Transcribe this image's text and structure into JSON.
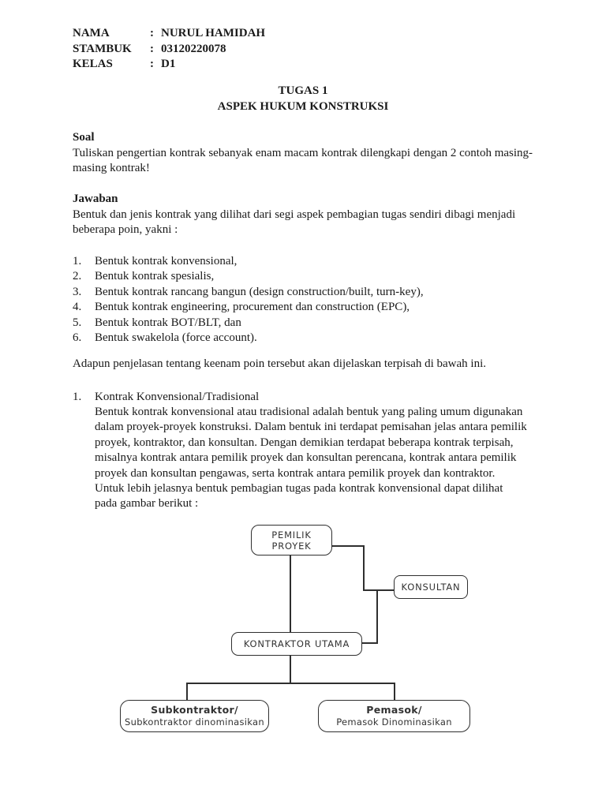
{
  "header": {
    "fields": [
      {
        "label": "NAMA",
        "separator": ":",
        "value": "NURUL HAMIDAH"
      },
      {
        "label": "STAMBUK",
        "separator": ":",
        "value": "03120220078"
      },
      {
        "label": "KELAS",
        "separator": ":",
        "value": "D1"
      }
    ]
  },
  "title": {
    "line1": "TUGAS 1",
    "line2": "ASPEK HUKUM KONSTRUKSI"
  },
  "soal": {
    "heading": "Soal",
    "body": "Tuliskan pengertian kontrak sebanyak enam macam kontrak dilengkapi dengan 2 contoh masing-masing kontrak!"
  },
  "jawaban": {
    "heading": "Jawaban",
    "intro": "Bentuk dan jenis kontrak yang dilihat dari segi aspek pembagian tugas sendiri dibagi menjadi beberapa poin, yakni :"
  },
  "contract_list": {
    "items": [
      {
        "number": "1.",
        "text": "Bentuk kontrak konvensional,"
      },
      {
        "number": "2.",
        "text": "Bentuk kontrak spesialis,"
      },
      {
        "number": "3.",
        "text": "Bentuk kontrak rancang bangun (design construction/built, turn-key),"
      },
      {
        "number": "4.",
        "text": "Bentuk kontrak engineering, procurement dan construction (EPC),"
      },
      {
        "number": "5.",
        "text": "Bentuk kontrak BOT/BLT, dan"
      },
      {
        "number": "6.",
        "text": "Bentuk swakelola (force account)."
      }
    ]
  },
  "note": "Adapun penjelasan tentang keenam poin tersebut akan dijelaskan terpisah di bawah ini.",
  "section1": {
    "number": "1.",
    "heading": "Kontrak Konvensional/Tradisional",
    "body": "Bentuk kontrak konvensional atau tradisional adalah bentuk yang paling umum digunakan dalam proyek-proyek konstruksi. Dalam bentuk ini terdapat pemisahan jelas antara pemilik proyek, kontraktor, dan konsultan. Dengan demikian terdapat beberapa kontrak terpisah, misalnya kontrak antara pemilik proyek dan konsultan perencana, kontrak antara pemilik proyek dan konsultan pengawas, serta kontrak antara pemilik proyek dan kontraktor. Untuk lebih jelasnya bentuk pembagian tugas pada kontrak konvensional dapat dilihat pada gambar berikut :"
  },
  "diagram": {
    "nodes": {
      "pemilik": {
        "line1": "PEMILIK",
        "line2": "PROYEK"
      },
      "konsultan": {
        "label": "KONSULTAN"
      },
      "kontraktor": {
        "label": "KONTRAKTOR UTAMA"
      },
      "subkontraktor": {
        "title": "Subkontraktor/",
        "subtitle": "Subkontraktor dinominasikan"
      },
      "pemasok": {
        "title": "Pemasok/",
        "subtitle": "Pemasok Dinominasikan"
      }
    },
    "line_color": "#2f2f2f"
  },
  "colors": {
    "page_background": "#ffffff",
    "body_text": "#1a1a1a",
    "diagram_text": "#333333"
  }
}
